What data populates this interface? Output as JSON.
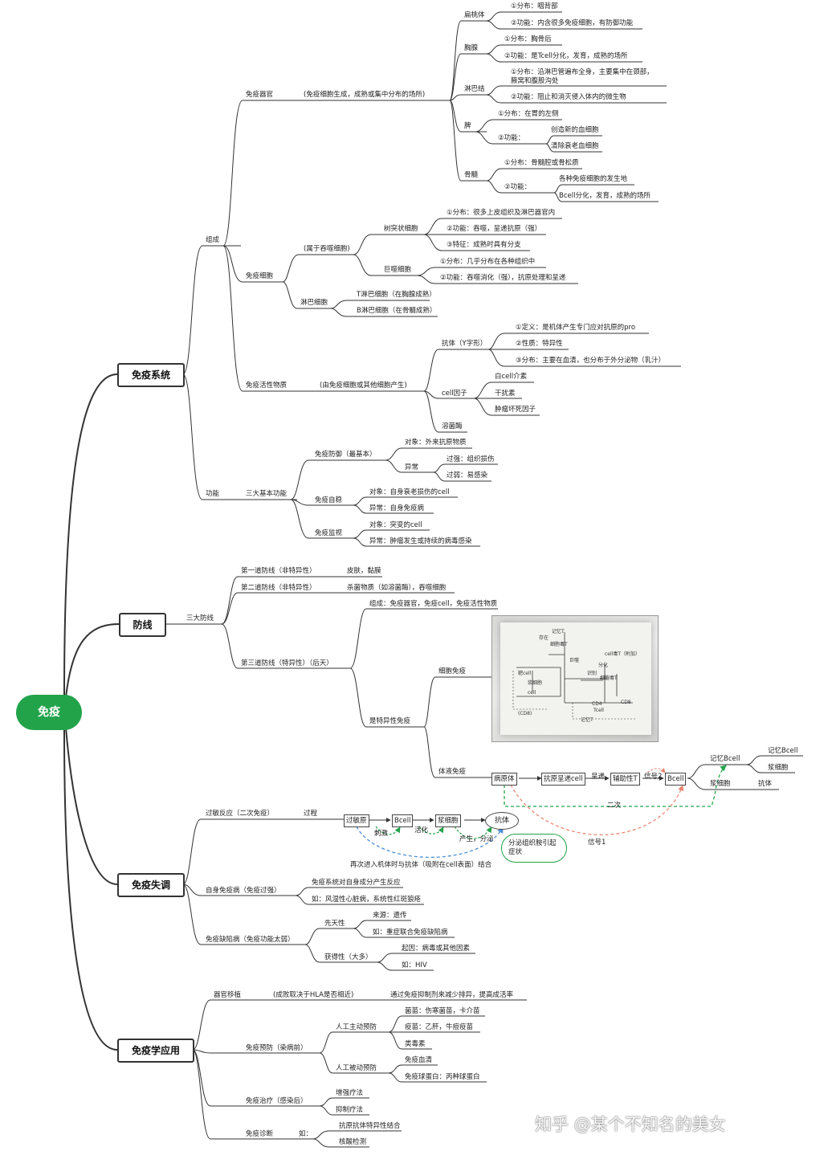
{
  "root": "免疫",
  "branches": {
    "system": "免疫系统",
    "defense": "防线",
    "disorder": "免疫失调",
    "application": "免疫学应用"
  },
  "system": {
    "composition": "组成",
    "organs": {
      "title": "免疫器官",
      "desc": "(免疫细胞生成，成熟或集中分布的场所)",
      "tonsil": {
        "name": "扁桃体",
        "dist": "①分布：咽背部",
        "func": "②功能：内含很多免疫细胞，有防御功能"
      },
      "thymus": {
        "name": "胸腺",
        "dist": "①分布：胸骨后",
        "func": "②功能：是Tcell分化，发育，成熟的场所"
      },
      "lymph": {
        "name": "淋巴结",
        "dist": "①分布：沿淋巴管遍布全身，主要集中在颈部，腋窝和腹股沟处",
        "func": "②功能：阻止和消灭侵入体内的微生物"
      },
      "spleen": {
        "name": "脾",
        "dist": "①分布：在胃的左侧",
        "func": "②功能：",
        "f1": "创造新的血细胞",
        "f2": "清除衰老血细胞"
      },
      "marrow": {
        "name": "骨髓",
        "dist": "①分布：骨髓腔或骨松质",
        "func": "②功能：",
        "f1": "各种免疫细胞的发生地",
        "f2": "Bcell分化，发育，成熟的场所"
      }
    },
    "cells": {
      "title": "免疫细胞",
      "phago": "(属于吞噬细胞)",
      "dendritic": {
        "name": "树突状细胞",
        "d1": "①分布：很多上皮组织及淋巴器官内",
        "d2": "②功能：吞噬，呈递抗原（强）",
        "d3": "③特征：成熟时具有分支"
      },
      "macrophage": {
        "name": "巨噬细胞",
        "d1": "①分布：几乎分布在各种组织中",
        "d2": "②功能：吞噬消化（强），抗原处理和呈递"
      },
      "lymphocyte": {
        "name": "淋巴细胞",
        "t": "T淋巴细胞（在胸腺成熟）",
        "b": "B淋巴细胞（在骨髓成熟）"
      }
    },
    "active": {
      "title": "免疫活性物质",
      "desc": "(由免疫细胞或其他细胞产生)",
      "antibody": {
        "name": "抗体（Y字形）",
        "d1": "①定义：是机体产生专门应对抗原的pro",
        "d2": "②性质：特异性",
        "d3": "③分布：主要在血清，也分布于外分泌物（乳汁）"
      },
      "factor": {
        "name": "cell因子",
        "d1": "白cell介素",
        "d2": "干扰素",
        "d3": "肿瘤坏死因子"
      },
      "lysozyme": "溶菌酶"
    },
    "function": {
      "title": "功能",
      "three": "三大基本功能",
      "defense": {
        "name": "免疫防御（最基本）",
        "target": "对象：外来抗原物质",
        "abnormal": "异常",
        "strong": "过强：组织损伤",
        "weak": "过弱：易感染"
      },
      "stability": {
        "name": "免疫自稳",
        "target": "对象：自身衰老损伤的cell",
        "abnormal": "异常：自身免疫病"
      },
      "surveillance": {
        "name": "免疫监视",
        "target": "对象：突变的cell",
        "abnormal": "异常：肿瘤发生或持续的病毒感染"
      }
    }
  },
  "defense": {
    "three": "三大防线",
    "first": {
      "name": "第一道防线（非特异性）",
      "d": "皮肤，黏膜"
    },
    "second": {
      "name": "第二道防线（非特异性）",
      "d": "杀菌物质（如溶菌酶），吞噬细胞"
    },
    "third": {
      "name": "第三道防线（特异性）（后天）",
      "comp": "组成：免疫器官，免疫cell，免疫活性物质",
      "specific": "是特异性免疫",
      "cellular": "细胞免疫",
      "humoral": "体液免疫",
      "flow": {
        "pathogen": "病原体",
        "apc": "抗原呈递cell",
        "present": "呈递",
        "helper": "辅助性T",
        "signal2": "信号2",
        "bcell": "Bcell",
        "memory": "记忆Bcell",
        "memory2": "记忆Bcell",
        "plasma": "浆细胞",
        "plasma2": "浆细胞",
        "antibody": "抗体",
        "second_time": "二次",
        "signal1": "信号1"
      },
      "photo_text": {
        "p1": "存在",
        "p2": "记忆T",
        "p3": "细胞毒T",
        "p4": "cell毒T（附加）",
        "p5": "靶cell",
        "p6": "浆细胞",
        "p7": "巨噬",
        "p8": "识别",
        "p9": "cell",
        "p10": "分化",
        "p11": "细胞毒T",
        "p12": "CD4",
        "p13": "Tcell",
        "p14": "CD8",
        "p15": "(CD8)",
        "p16": "记忆T"
      }
    }
  },
  "disorder": {
    "allergy": {
      "name": "过敏反应（二次免疫）",
      "process": "过程",
      "allergen": "过敏原",
      "stimulate": "刺激",
      "bcell": "Bcell",
      "activate": "活化",
      "plasma": "浆细胞",
      "produce": "产生，分泌",
      "antibody": "抗体",
      "note": "分泌组织胺引起症状",
      "reenter": "再次进入机体时与抗体（吸附在cell表面）结合"
    },
    "autoimmune": {
      "name": "自身免疫病（免疫过强）",
      "d1": "免疫系统对自身成分产生反应",
      "d2": "如：风湿性心脏病，系统性红斑狼疮"
    },
    "deficiency": {
      "name": "免疫缺陷病（免疫功能太弱）",
      "congenital": "先天性",
      "c1": "来源：遗传",
      "c2": "如：重症联合免疫缺陷病",
      "acquired": "获得性（大多）",
      "a1": "起因：病毒或其他因素",
      "a2": "如：HIV"
    }
  },
  "application": {
    "transplant": {
      "name": "器官移植",
      "d1": "(成败取决于HLA是否相近)",
      "d2": "通过免疫抑制剂来减少排异，提高成活率"
    },
    "prevention": {
      "name": "免疫预防（染病前）",
      "active": "人工主动预防",
      "a1": "菌苗：伤寒菌苗，卡介苗",
      "a2": "疫苗：乙肝，牛痘疫苗",
      "a3": "类毒素",
      "passive": "人工被动预防",
      "p1": "免疫血清",
      "p2": "免疫球蛋白：丙种球蛋白"
    },
    "treatment": {
      "name": "免疫治疗（感染后）",
      "d1": "增强疗法",
      "d2": "抑制疗法"
    },
    "diagnosis": {
      "name": "免疫诊断",
      "ru": "如：",
      "d1": "抗原抗体特异性结合",
      "d2": "核酸检测"
    }
  },
  "watermark": "知乎 @某个不知名的美女",
  "colors": {
    "root": "#22a34a",
    "dashed_green": "#22a34a",
    "dashed_red": "#e8826e",
    "dashed_blue": "#4a8fd6"
  }
}
